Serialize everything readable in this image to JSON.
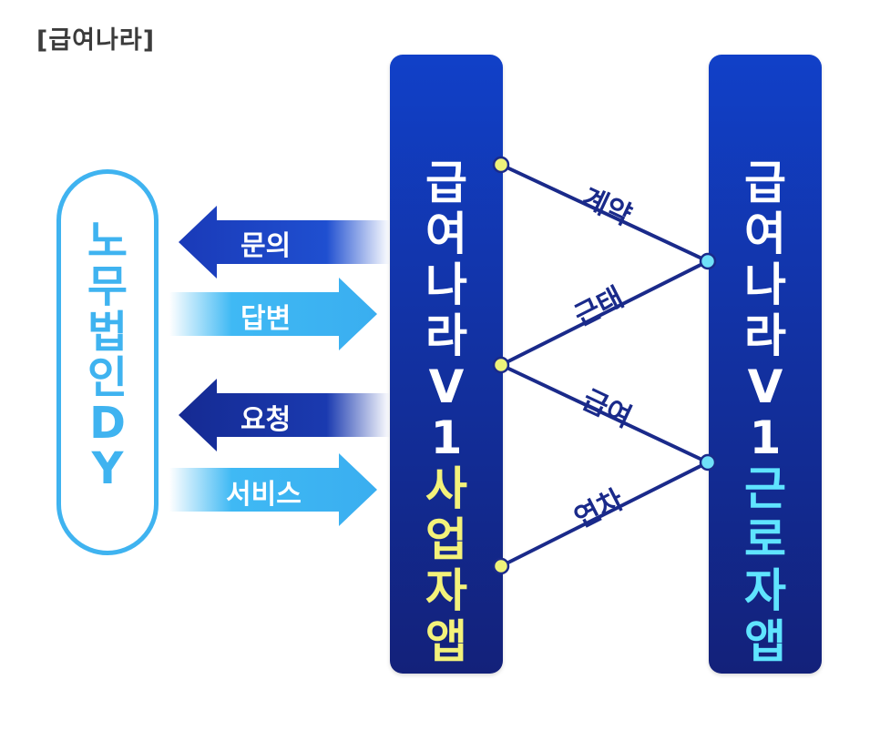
{
  "header": {
    "title": "[급여나라]"
  },
  "law_firm": {
    "label_chars": [
      "노",
      "무",
      "법",
      "인",
      "D",
      "Y"
    ]
  },
  "pillar_business": {
    "top_chars": [
      "급",
      "여",
      "나",
      "라",
      "V",
      "1"
    ],
    "bottom_chars": [
      "사",
      "업",
      "자",
      "앱"
    ]
  },
  "pillar_worker": {
    "top_chars": [
      "급",
      "여",
      "나",
      "라",
      "V",
      "1"
    ],
    "bottom_chars": [
      "근",
      "로",
      "자",
      "앱"
    ]
  },
  "arrows": [
    {
      "label": "문의",
      "direction": "left"
    },
    {
      "label": "답변",
      "direction": "right"
    },
    {
      "label": "요청",
      "direction": "left"
    },
    {
      "label": "서비스",
      "direction": "right"
    }
  ],
  "connections": [
    "계약",
    "근태",
    "급여",
    "연차"
  ],
  "colors": {
    "pillar_top": "#1140c8",
    "pillar_bottom": "#13217a",
    "law_border": "#3fb3f0",
    "business_app": "#f3f27a",
    "worker_app": "#5fe4ff",
    "arrow_dark": "#1a3ab8",
    "arrow_light": "#3fb9f4",
    "line": "#1a2a8a"
  }
}
